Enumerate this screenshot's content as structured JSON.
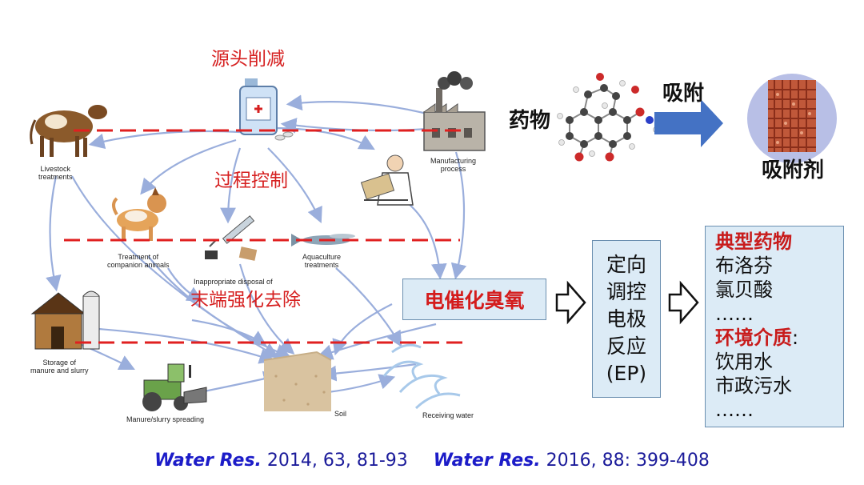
{
  "stages": {
    "source_reduction": "源头削减",
    "process_control": "过程控制",
    "end_treatment": "末端强化去除"
  },
  "nodes": {
    "livestock": "Livestock\ntreatments",
    "manufacturing": "Manufacturing\nprocess",
    "companion": "Treatment of\ncompanion animals",
    "aquaculture": "Aquaculture\ntreatments",
    "inappropriate": "Inappropriate disposal of",
    "storage": "Storage of\nmanure and slurry",
    "spreading": "Manure/slurry spreading",
    "soil": "Soil",
    "receiving_water": "Receiving water"
  },
  "adsorption": {
    "drug_label": "药物",
    "arrow_label": "吸附",
    "adsorbent_label": "吸附剂"
  },
  "ozone_box": "电催化臭氧",
  "ep_box": [
    "定向",
    "调控",
    "电极",
    "反应",
    "(EP)"
  ],
  "info_box": {
    "typical_drugs_header": "典型药物",
    "drugs": [
      "布洛芬",
      "氯贝酸",
      "……"
    ],
    "env_media_header": "环境介质",
    "env_colon": ":",
    "media": [
      "饮用水",
      "市政污水",
      "……"
    ]
  },
  "references": [
    {
      "journal": "Water Res.",
      "citation": "2014, 63, 81-93"
    },
    {
      "journal": "Water Res.",
      "citation": "2016, 88: 399-408"
    }
  ],
  "colors": {
    "dashed_line": "#e02020",
    "flow_arrow": "#9aaedc",
    "box_fill": "#dcebf6",
    "block_arrow": "#4472c4"
  }
}
